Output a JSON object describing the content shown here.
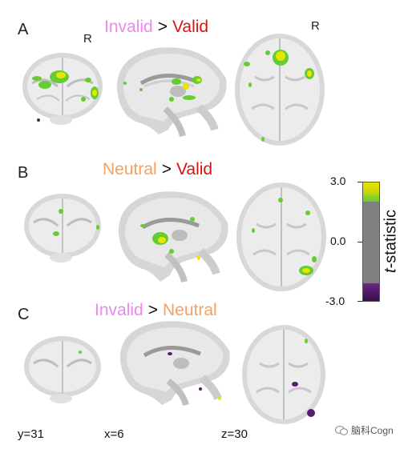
{
  "panels": [
    {
      "letter": "A",
      "left": "Invalid",
      "right": "Valid",
      "left_color": "#ee88ee",
      "right_color": "#dd1111"
    },
    {
      "letter": "B",
      "left": "Neutral",
      "right": "Valid",
      "left_color": "#f5a060",
      "right_color": "#dd1111"
    },
    {
      "letter": "C",
      "left": "Invalid",
      "right": "Neutral",
      "left_color": "#ee88ee",
      "right_color": "#f5a060"
    }
  ],
  "gt_symbol": ">",
  "orientation_label": "R",
  "slice_coords": {
    "y": "y=31",
    "x": "x=6",
    "z": "z=30"
  },
  "colorbar": {
    "ticks": [
      "3.0",
      "0.0",
      "-3.0"
    ],
    "title_italic": "t",
    "title_rest": "-statistic",
    "colors": {
      "high": "#e6e600",
      "mid_high": "#66cc33",
      "neutral": "#808080",
      "low": "#5a1a6e"
    }
  },
  "watermark": "脑科Cogn"
}
